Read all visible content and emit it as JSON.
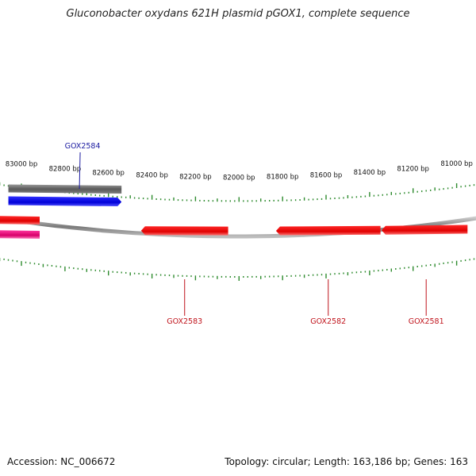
{
  "title": "Gluconobacter oxydans 621H plasmid pGOX1, complete sequence",
  "accession_text": "Accession: NC_006672",
  "summary_text": "Topology: circular; Length: 163,186 bp; Genes: 163",
  "colors": {
    "tick": "#2e8b2e",
    "backbone": "#8c8c8c",
    "forward_gene": "#1010e8",
    "reverse_gene": "#e8101a",
    "gray_feature": "#6e6e6e",
    "magenta_feature": "#e0187a",
    "label_blue": "#1a1aa0",
    "label_red": "#c0141c"
  },
  "scale_labels": [
    {
      "bp": 83000,
      "text": "83000 bp"
    },
    {
      "bp": 82800,
      "text": "82800 bp"
    },
    {
      "bp": 82600,
      "text": "82600 bp"
    },
    {
      "bp": 82400,
      "text": "82400 bp"
    },
    {
      "bp": 82200,
      "text": "82200 bp"
    },
    {
      "bp": 82000,
      "text": "82000 bp"
    },
    {
      "bp": 81800,
      "text": "81800 bp"
    },
    {
      "bp": 81600,
      "text": "81600 bp"
    },
    {
      "bp": 81400,
      "text": "81400 bp"
    },
    {
      "bp": 81200,
      "text": "81200 bp"
    },
    {
      "bp": 81000,
      "text": "81000 bp"
    }
  ],
  "features": [
    {
      "name": "gray-feature",
      "start": 82540,
      "end": 83060,
      "strand": "none",
      "color": "#6e6e6e"
    },
    {
      "name": "GOX2584",
      "start": 82540,
      "end": 83060,
      "strand": "+",
      "color": "#1010e8"
    },
    {
      "name": "GOX2583",
      "start": 82050,
      "end": 82450,
      "strand": "-",
      "color": "#e8101a"
    },
    {
      "name": "GOX2582",
      "start": 81350,
      "end": 81830,
      "strand": "-",
      "color": "#e8101a"
    },
    {
      "name": "GOX2581",
      "start": 80950,
      "end": 81345,
      "strand": "-",
      "color": "#e8101a"
    },
    {
      "name": "red-feature-left",
      "start": 83010,
      "end": 83200,
      "strand": "none",
      "color": "#e8101a"
    },
    {
      "name": "magenta-feature-left",
      "start": 83010,
      "end": 83200,
      "strand": "none",
      "color": "#e0187a"
    }
  ],
  "gene_labels": [
    {
      "text": "GOX2584",
      "bp": 82730,
      "side": "top",
      "color": "#1a1aa0"
    },
    {
      "text": "GOX2583",
      "bp": 82250,
      "side": "bottom",
      "color": "#c0141c"
    },
    {
      "text": "GOX2582",
      "bp": 81590,
      "side": "bottom",
      "color": "#c0141c"
    },
    {
      "text": "GOX2581",
      "bp": 81140,
      "side": "bottom",
      "color": "#c0141c"
    }
  ]
}
